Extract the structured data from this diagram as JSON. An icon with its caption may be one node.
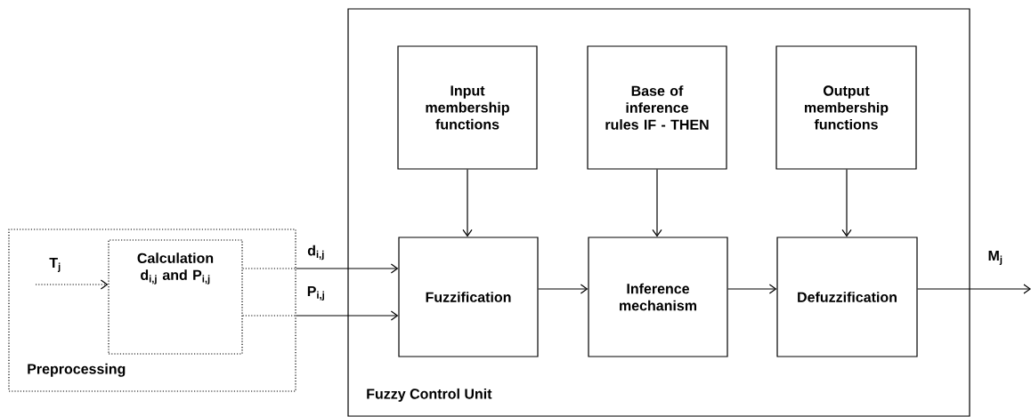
{
  "diagram": {
    "nodes": [
      {
        "text": [
          "Preprocessing"
        ]
      },
      {
        "text": [
          "Calculation d$_{i,j}$ and P$_{i,j}$"
        ],
        "in": 0
      },
      {
        "text": [
          "Fuzzy Control Unit"
        ]
      },
      {
        "text": [
          "Input membership functions"
        ],
        "in": 2
      },
      {
        "text": [
          "Base of inference rules IF - THEN"
        ],
        "in": 2
      },
      {
        "text": [
          "Output membership functions"
        ],
        "in": 2
      },
      {
        "text": [
          "Fuzzification"
        ],
        "in": 2
      },
      {
        "text": [
          "Inference mechanism"
        ],
        "in": 2
      },
      {
        "text": [
          "Defuzzification"
        ],
        "in": 2
      }
    ],
    "edges": [
      {
        "from": null,
        "to": 1,
        "arrow": "to",
        "label": "T$_{j}$",
        "style": "dashed"
      },
      {
        "from": 1,
        "to": 6,
        "arrow": "to",
        "label": "d$_{i,j}$"
      },
      {
        "from": 1,
        "to": 6,
        "arrow": "to",
        "label": "P$_{i,j}$"
      },
      {
        "from": 3,
        "to": 6,
        "arrow": "to"
      },
      {
        "from": 4,
        "to": 7,
        "arrow": "to"
      },
      {
        "from": 5,
        "to": 8,
        "arrow": "to"
      },
      {
        "from": 6,
        "to": 7,
        "arrow": "to"
      },
      {
        "from": 7,
        "to": 8,
        "arrow": "to"
      },
      {
        "from": 8,
        "to": null,
        "arrow": "to",
        "label": "M$_{j}$"
      }
    ]
  }
}
